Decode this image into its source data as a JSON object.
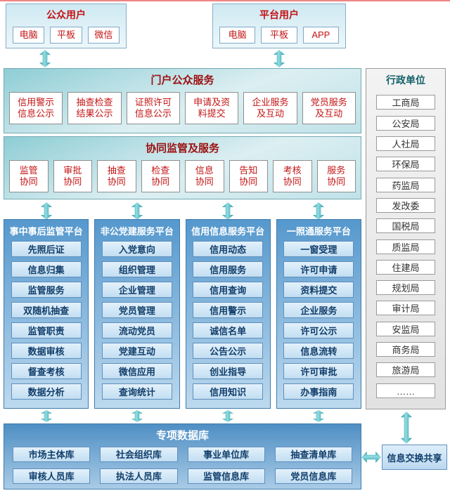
{
  "colors": {
    "arrow": "#2c96a0",
    "red_text": "#c41414",
    "section_title_red": "#9c1010",
    "section_teal_bg": "#8ecdd5",
    "platform_blue_bg": "#5598cd",
    "item_blue_bg": "#cfe6f6",
    "item_blue_text": "#123e6b",
    "admin_panel_bg": "#ececec",
    "top_line": "#ef8585"
  },
  "user_groups": [
    {
      "title": "公众用户",
      "devices": [
        "电脑",
        "平板",
        "微信"
      ]
    },
    {
      "title": "平台用户",
      "devices": [
        "电脑",
        "平板",
        "APP"
      ]
    }
  ],
  "portal": {
    "title": "门户公众服务",
    "items": [
      "信用警示\n信息公示",
      "抽查检查\n结果公示",
      "证照许可\n信息公示",
      "申请及资\n料提交",
      "企业服务\n及互动",
      "党员服务\n及互动"
    ]
  },
  "collaboration": {
    "title": "协同监管及服务",
    "items": [
      "监管\n协同",
      "审批\n协同",
      "抽查\n协同",
      "检查\n协同",
      "信息\n协同",
      "告知\n协同",
      "考核\n协同",
      "服务\n协同"
    ]
  },
  "platforms": [
    {
      "title": "事中事后监管平台",
      "items": [
        "先照后证",
        "信息归集",
        "监管服务",
        "双随机抽查",
        "监管职责",
        "数据审核",
        "督查考核",
        "数据分析"
      ]
    },
    {
      "title": "非公党建服务平台",
      "items": [
        "入党意向",
        "组织管理",
        "企业管理",
        "党员管理",
        "流动党员",
        "党建互动",
        "微信应用",
        "查询统计"
      ]
    },
    {
      "title": "信用信息服务平台",
      "items": [
        "信用动态",
        "信用服务",
        "信用查询",
        "信用警示",
        "诚信名单",
        "公告公示",
        "创业指导",
        "信用知识"
      ]
    },
    {
      "title": "一照通服务平台",
      "items": [
        "一窗受理",
        "许可申请",
        "资料提交",
        "企业服务",
        "许可公示",
        "信息流转",
        "许可审批",
        "办事指南"
      ]
    }
  ],
  "database": {
    "title": "专项数据库",
    "items": [
      "市场主体库",
      "社会组织库",
      "事业单位库",
      "抽查清单库",
      "审核人员库",
      "执法人员库",
      "监管信息库",
      "党员信息库"
    ]
  },
  "admin": {
    "title": "行政单位",
    "items": [
      "工商局",
      "公安局",
      "人社局",
      "环保局",
      "药监局",
      "发改委",
      "国税局",
      "质监局",
      "住建局",
      "规划局",
      "审计局",
      "安监局",
      "商务局",
      "旅游局",
      "……"
    ]
  },
  "exchange": {
    "label": "信息交换共享"
  }
}
